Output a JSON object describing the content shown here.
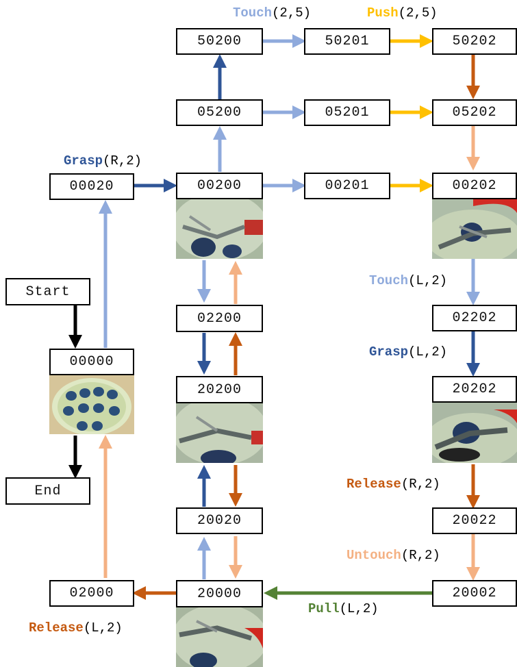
{
  "states": {
    "s50200": "50200",
    "s50201": "50201",
    "s50202": "50202",
    "s05200": "05200",
    "s05201": "05201",
    "s05202": "05202",
    "s00020": "00020",
    "s00200": "00200",
    "s00201": "00201",
    "s00202": "00202",
    "start": "Start",
    "s00000": "00000",
    "s02200": "02200",
    "s02202": "02202",
    "s20200": "20200",
    "s20202": "20202",
    "end": "End",
    "s20020": "20020",
    "s20022": "20022",
    "s02000": "02000",
    "s20000": "20000",
    "s20002": "20002"
  },
  "labels": {
    "touch25": {
      "action": "Touch",
      "args": "(2,5)"
    },
    "push25": {
      "action": "Push",
      "args": "(2,5)"
    },
    "graspR2": {
      "action": "Grasp",
      "args": "(R,2)"
    },
    "touchL2": {
      "action": "Touch",
      "args": "(L,2)"
    },
    "graspL2": {
      "action": "Grasp",
      "args": "(L,2)"
    },
    "releaseR2": {
      "action": "Release",
      "args": "(R,2)"
    },
    "untouchR2": {
      "action": "Untouch",
      "args": "(R,2)"
    },
    "pullL2": {
      "action": "Pull",
      "args": "(L,2)"
    },
    "releaseL2": {
      "action": "Release",
      "args": "(L,2)"
    }
  },
  "colors": {
    "touch": "#8faadc",
    "grasp": "#2f5597",
    "push": "#ffc000",
    "release": "#c55a11",
    "untouch": "#f4b183",
    "pull": "#548235",
    "start_end": "#000000"
  }
}
